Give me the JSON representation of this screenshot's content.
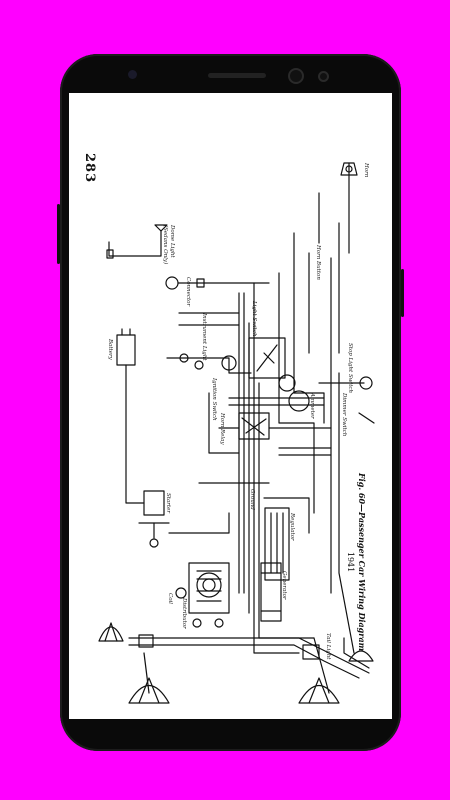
{
  "page": {
    "number": "283"
  },
  "figure": {
    "caption_line1": "Fig. 60—Passenger Car Wiring Diagram",
    "caption_line2": "1941"
  },
  "labels": {
    "battery": "Battery",
    "dome_light": "Dome Light",
    "dome_light_note": "(Sedans Only)",
    "connector": "Connector",
    "headlight_switch": "Light Switch",
    "horn_button": "Horn Button",
    "horn_relay": "Horn Relay",
    "ignition_switch": "Ignition Switch",
    "instrument_light": "Instrument Light",
    "stop_light_switch": "Stop Light Switch",
    "starter": "Starter",
    "coil": "Coil",
    "distributor": "Distributor",
    "generator": "Generator",
    "ammeter": "Ammeter",
    "regulator": "Regulator",
    "dimmer_switch": "Dimmer Switch",
    "ground": "Ground",
    "horn": "Horn",
    "tail_light": "Tail Light"
  },
  "colors": {
    "background": "#ff00ff",
    "phone_body": "#0a0a0a",
    "screen": "#ffffff",
    "ink": "#111111"
  }
}
